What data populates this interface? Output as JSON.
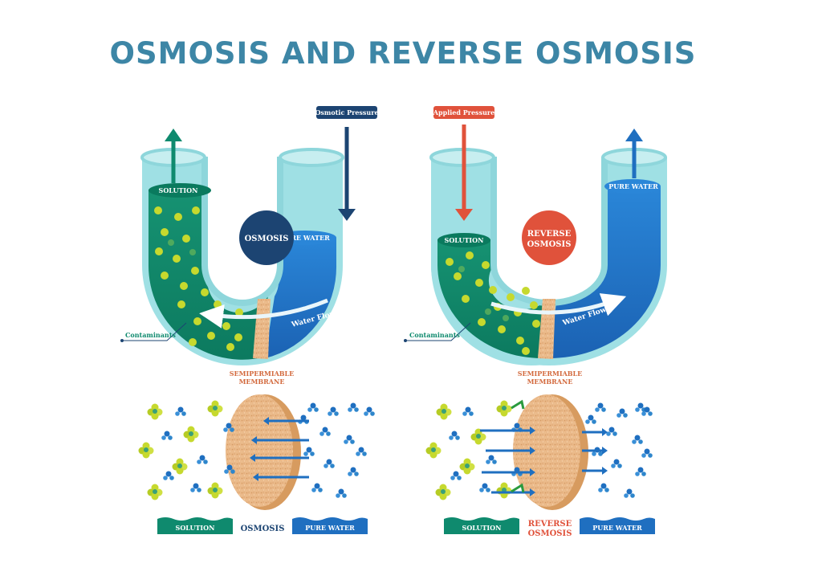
{
  "title": "OSMOSIS AND REVERSE OSMOSIS",
  "left_panel": {
    "pressure_label": "Osmotic Pressure",
    "solution_label": "SOLUTION",
    "pure_water_label": "PURE WATER",
    "center_label": "OSMOSIS",
    "water_flow_label": "Water Flow",
    "contaminants_label": "Contaminants",
    "membrane_label_line1": "SEMIPERMIABLE",
    "membrane_label_line2": "MEMBRANE",
    "bottom_solution": "SOLUTION",
    "bottom_center": "OSMOSIS",
    "bottom_pure_water": "PURE WATER"
  },
  "right_panel": {
    "pressure_label": "Applied Pressure",
    "solution_label": "SOLUTION",
    "pure_water_label": "PURE WATER",
    "center_label_line1": "REVERSE",
    "center_label_line2": "OSMOSIS",
    "water_flow_label": "Water Flow",
    "contaminants_label": "Contaminants",
    "membrane_label_line1": "SEMIPERMIABLE",
    "membrane_label_line2": "MEMBRANE",
    "bottom_solution": "SOLUTION",
    "bottom_center_line1": "REVERSE",
    "bottom_center_line2": "OSMOSIS",
    "bottom_pure_water": "PURE WATER"
  },
  "colors": {
    "title": "#3d86a6",
    "solution": "#0f8a6e",
    "pure_water": "#1f6fc0",
    "osmosis_badge": "#1c4472",
    "reverse_badge": "#e0523b",
    "membrane": "#e7b98a",
    "contaminant": "#c6d92e"
  }
}
